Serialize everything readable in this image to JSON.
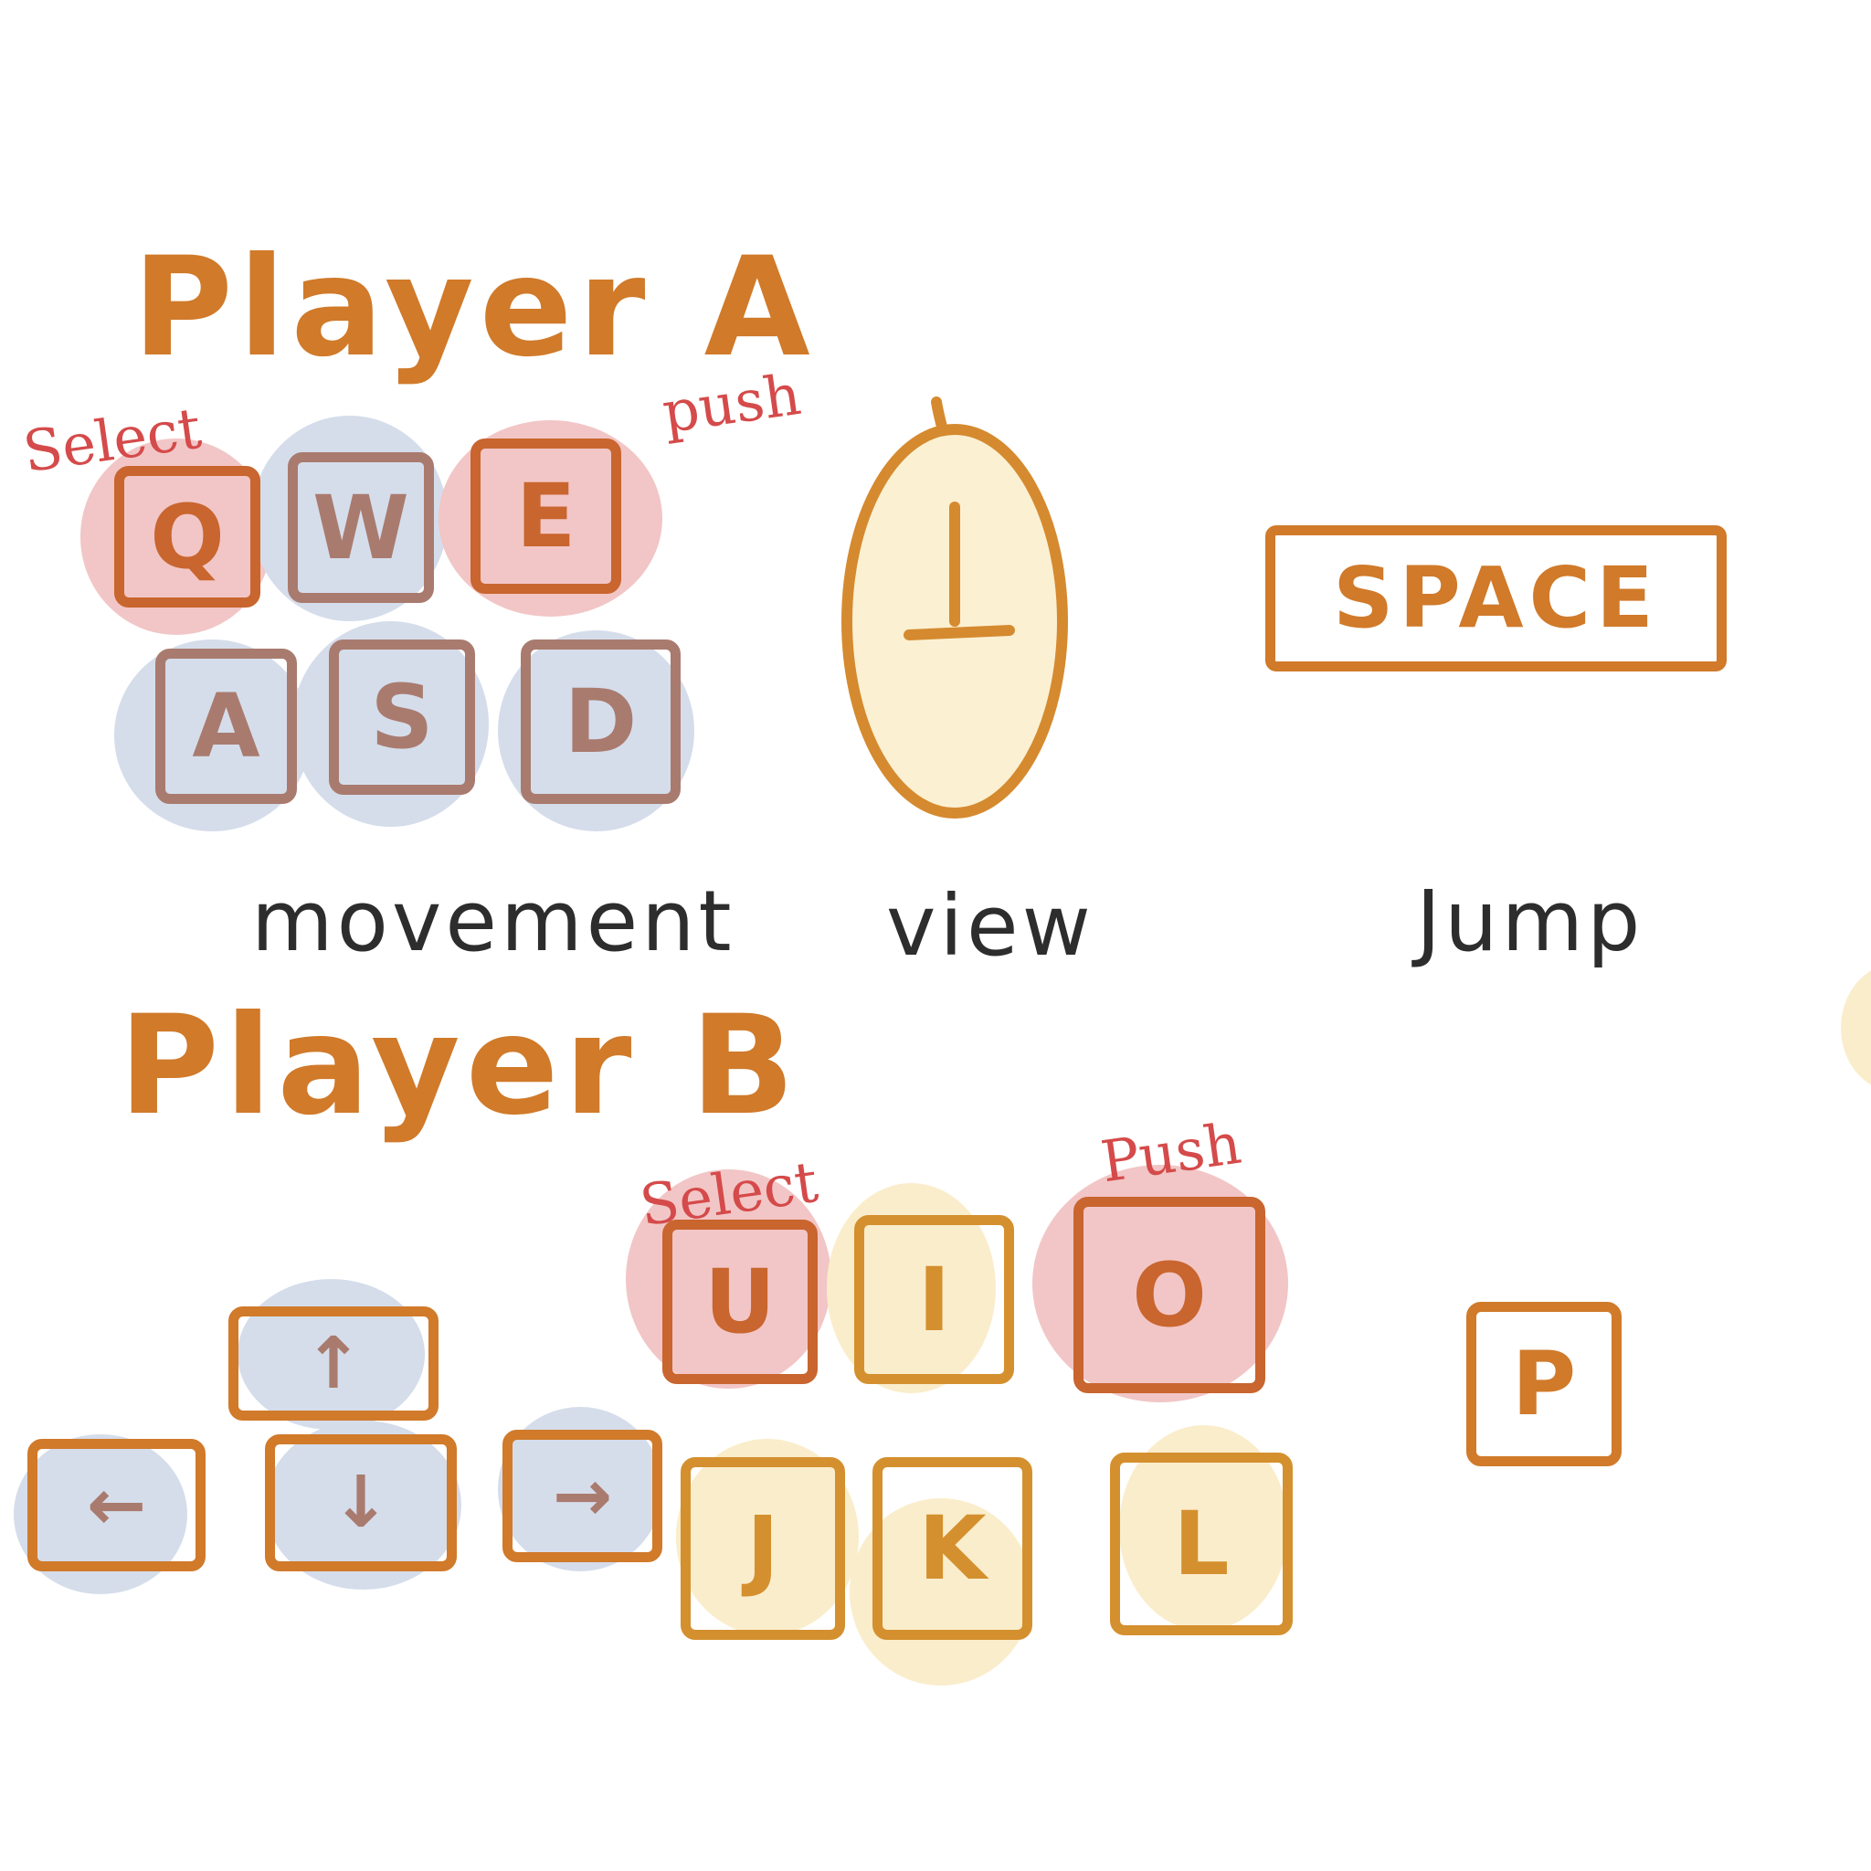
{
  "colors": {
    "outline": "#D07A2A",
    "red_key_stroke": "#C9652E",
    "red_fill": "#F2C6C6",
    "blue_fill": "#D5DDEB",
    "blue_key_stroke": "#A97B6E",
    "yellow_fill": "#FAEDCB",
    "yellow_key_stroke": "#D4902E",
    "note_red": "#D54A4A",
    "caption": "#2D2D2D",
    "mouse_fill": "#FBF0D2",
    "mouse_stroke": "#D58A2F"
  },
  "player_a": {
    "title": "Player A",
    "note_select": "Select",
    "note_push": "push",
    "keys_top": [
      "Q",
      "W",
      "E"
    ],
    "keys_bottom": [
      "A",
      "S",
      "D"
    ],
    "jump_key": "SPACE"
  },
  "captions": {
    "movement": "movement",
    "view": "view",
    "jump": "Jump"
  },
  "player_b": {
    "title": "Player B",
    "note_select": "Select",
    "note_push": "Push",
    "keys_top": [
      "U",
      "I",
      "O"
    ],
    "keys_bottom": [
      "J",
      "K",
      "L"
    ],
    "arrows": {
      "up": "↑",
      "left": "←",
      "down": "↓",
      "right": "→"
    },
    "jump_key": "P"
  }
}
